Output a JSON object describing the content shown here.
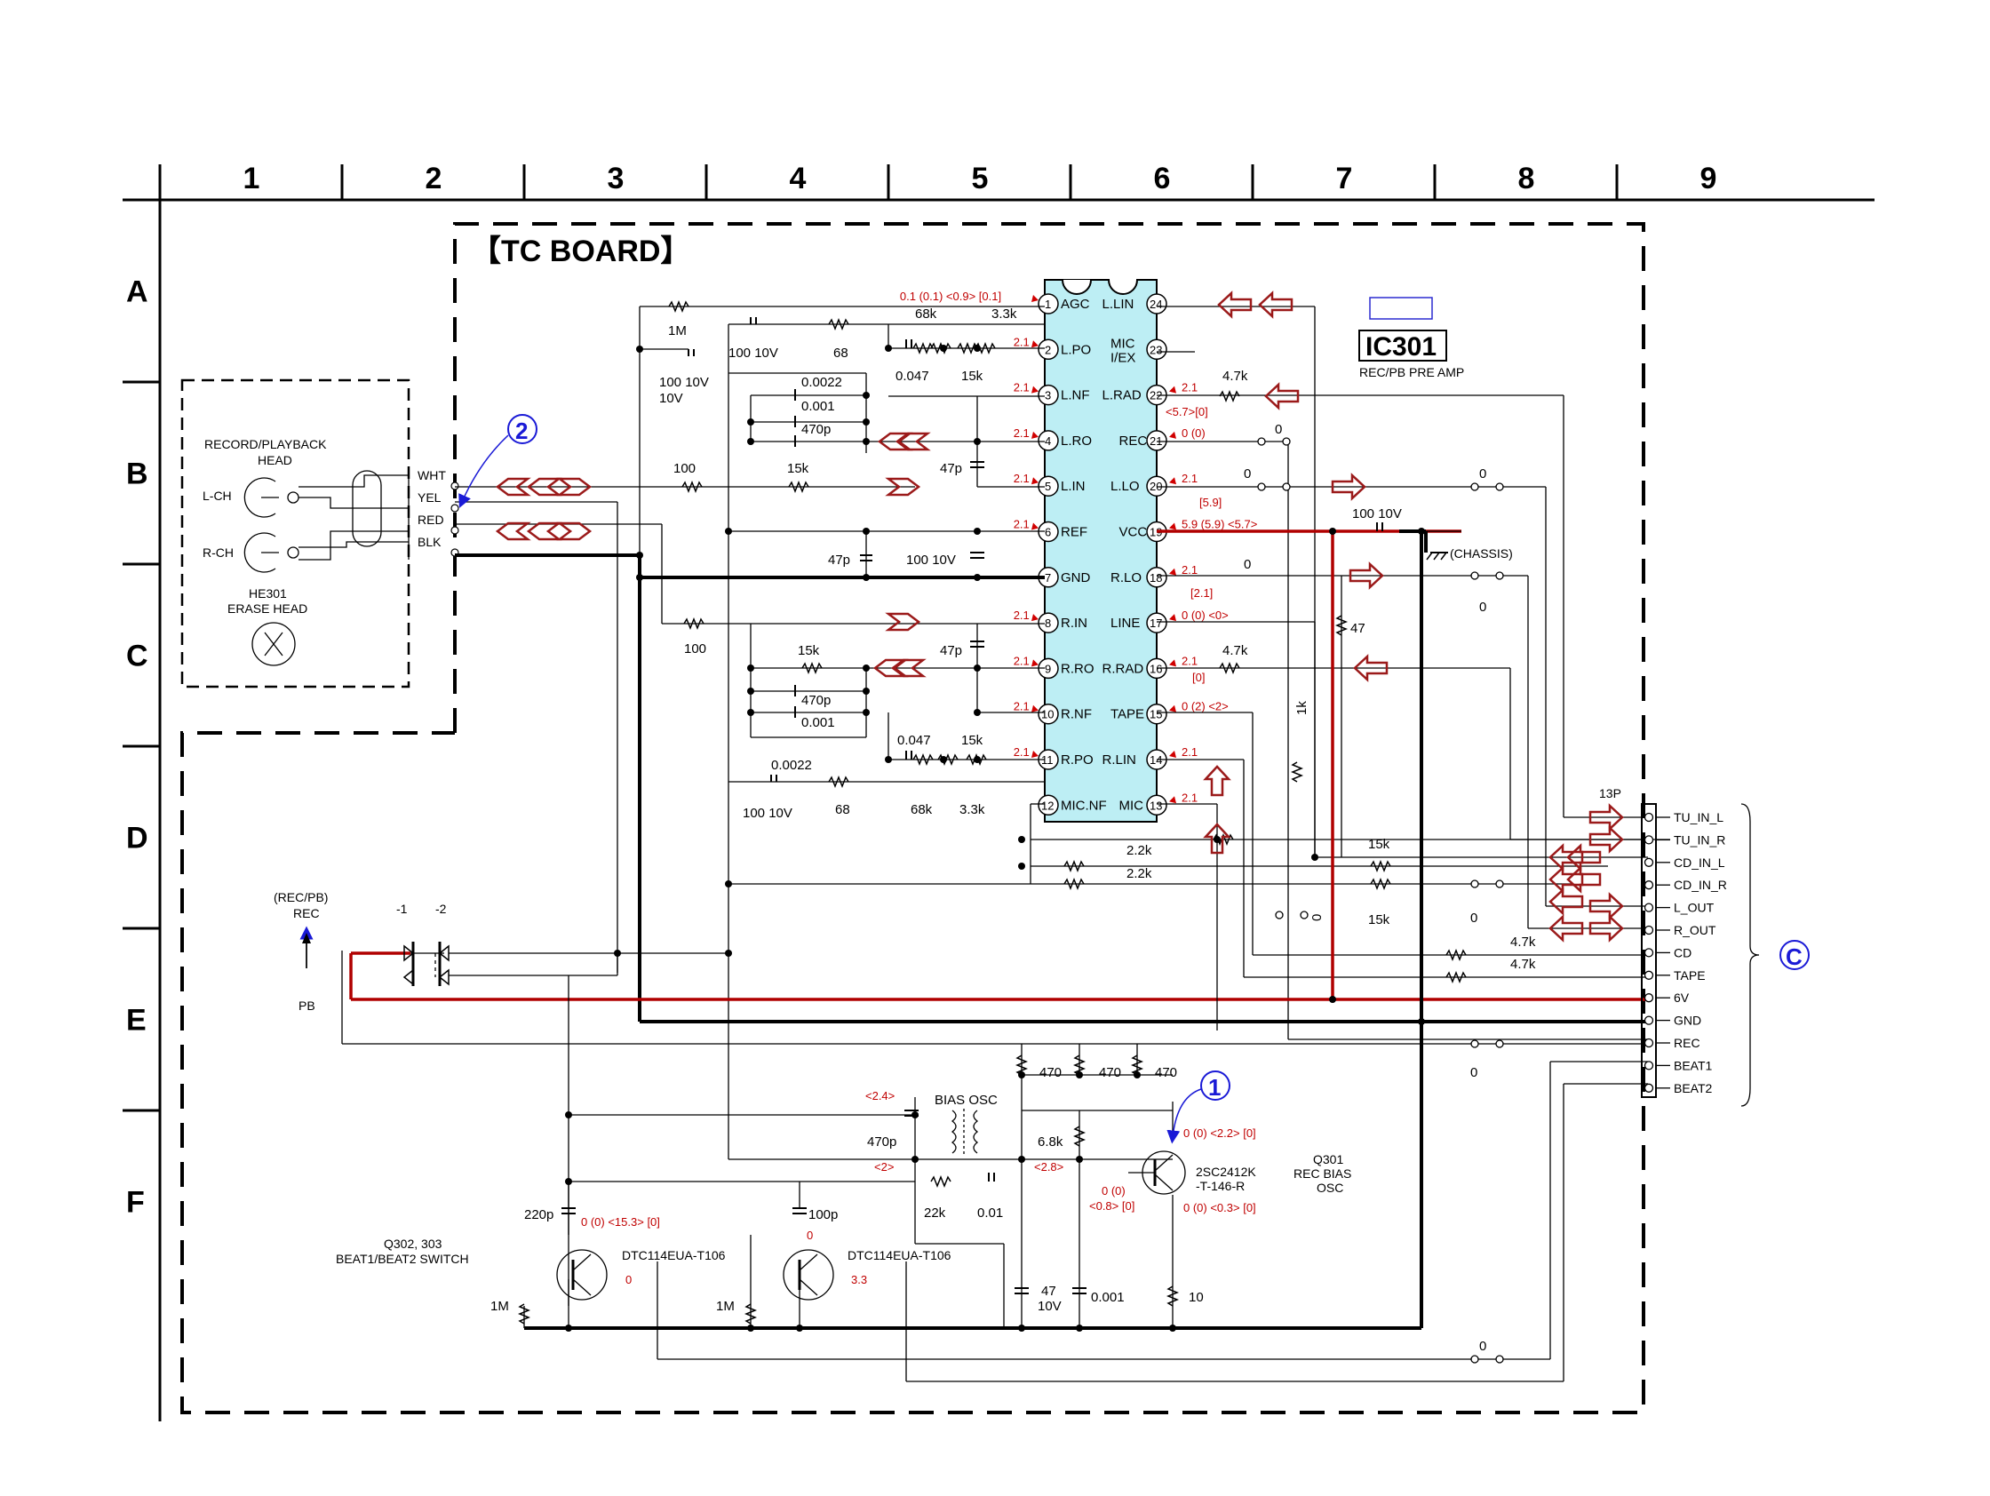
{
  "grid": {
    "columns": [
      "1",
      "2",
      "3",
      "4",
      "5",
      "6",
      "7",
      "8",
      "9"
    ],
    "rows": [
      "A",
      "B",
      "C",
      "D",
      "E",
      "F"
    ]
  },
  "board_title": "【TC BOARD】",
  "ic": {
    "name": "IC301",
    "description": "REC/PB PRE AMP",
    "left_pins": [
      {
        "num": "1",
        "name": "AGC",
        "voltage": "0.1 (0.1) <0.9> [0.1]"
      },
      {
        "num": "2",
        "name": "L.PO",
        "voltage": "2.1"
      },
      {
        "num": "3",
        "name": "L.NF",
        "voltage": "2.1"
      },
      {
        "num": "4",
        "name": "L.RO",
        "voltage": "2.1"
      },
      {
        "num": "5",
        "name": "L.IN",
        "voltage": "2.1"
      },
      {
        "num": "6",
        "name": "REF",
        "voltage": "2.1"
      },
      {
        "num": "7",
        "name": "GND",
        "voltage": ""
      },
      {
        "num": "8",
        "name": "R.IN",
        "voltage": "2.1"
      },
      {
        "num": "9",
        "name": "R.RO",
        "voltage": "2.1"
      },
      {
        "num": "10",
        "name": "R.NF",
        "voltage": "2.1"
      },
      {
        "num": "11",
        "name": "R.PO",
        "voltage": "2.1"
      },
      {
        "num": "12",
        "name": "MIC.NF",
        "voltage": ""
      }
    ],
    "right_pins": [
      {
        "num": "24",
        "name": "L.LIN",
        "voltage": ""
      },
      {
        "num": "23",
        "name": "MIC I/EX",
        "voltage": ""
      },
      {
        "num": "22",
        "name": "L.RAD",
        "voltage": "2.1"
      },
      {
        "num": "21",
        "name": "REC",
        "voltage": "0 (0)"
      },
      {
        "num": "20",
        "name": "L.LO",
        "voltage": "2.1"
      },
      {
        "num": "19",
        "name": "VCC",
        "voltage": "5.9 (5.9) <5.7>"
      },
      {
        "num": "18",
        "name": "R.LO",
        "voltage": "2.1"
      },
      {
        "num": "17",
        "name": "LINE",
        "voltage": "0 (0) <0>"
      },
      {
        "num": "16",
        "name": "R.RAD",
        "voltage": "2.1"
      },
      {
        "num": "15",
        "name": "TAPE",
        "voltage": "0 (2) <2>"
      },
      {
        "num": "14",
        "name": "R.LIN",
        "voltage": "2.1"
      },
      {
        "num": "13",
        "name": "MIC",
        "voltage": "2.1"
      }
    ],
    "extra_voltages": {
      "pin22_b": "<5.7>[0]",
      "pin19_a": "[5.9]",
      "pin17_a": "[2.1]",
      "pin15_a": "[0]"
    }
  },
  "head": {
    "title_line1": "RECORD/PLAYBACK",
    "title_line2": "HEAD",
    "lch": "L-CH",
    "rch": "R-CH",
    "erase_line1": "HE301",
    "erase_line2": "ERASE HEAD",
    "wires": [
      "WHT",
      "YEL",
      "RED",
      "BLK"
    ]
  },
  "connector": {
    "name": "13P",
    "pins": [
      "TU_IN_L",
      "TU_IN_R",
      "CD_IN_L",
      "CD_IN_R",
      "L_OUT",
      "R_OUT",
      "CD",
      "TAPE",
      "6V",
      "GND",
      "REC",
      "BEAT1",
      "BEAT2"
    ],
    "ref_circle": "C"
  },
  "callouts": {
    "one": "1",
    "two": "2"
  },
  "components": {
    "r_1m": "1M",
    "c_100_10v_a": "100 10V",
    "c_100_10v_b": "100 10V",
    "c_100_10v_c": "100 10V",
    "c_100_10v_d": "100 10V",
    "r68_a": "68",
    "r68_b": "68",
    "r68k_a": "68k",
    "r68k_b": "68k",
    "r33k_a": "3.3k",
    "r33k_b": "3.3k",
    "c0047_a": "0.047",
    "c0047_b": "0.047",
    "r15k_a": "15k",
    "r15k_b": "15k",
    "r15k_c": "15k",
    "r15k_d": "15k",
    "r15k_e": "15k",
    "r15k_f": "15k",
    "c00022_a": "0.0022",
    "c00022_b": "0.0022",
    "c0001_a": "0.001",
    "c0001_b": "0.001",
    "c470p_a": "470p",
    "c470p_b": "470p",
    "r100_a": "100",
    "r100_b": "100",
    "c47p_a": "47p",
    "c47p_b": "47p",
    "c47p_c": "47p",
    "r47k_a": "4.7k",
    "r47k_b": "4.7k",
    "r47k_c": "4.7k",
    "r47k_d": "4.7k",
    "r22k_a": "2.2k",
    "r22k_b": "2.2k",
    "r1k": "1k",
    "r47": "47",
    "chassis": "(CHASSIS)",
    "c100_10v_vcc": "100 10V",
    "zero_a": "0",
    "zero_b": "0",
    "zero_c": "0",
    "zero_d": "0",
    "zero_e": "0",
    "zero_f": "0",
    "zero_g": "0",
    "zero_h": "0",
    "zero_i": "0",
    "switch_title": "(REC/PB)",
    "switch_rec": "REC",
    "switch_pb": "PB",
    "switch_m1": "-1",
    "switch_m2": "-2",
    "r470_a": "470",
    "r470_b": "470",
    "r470_c": "470",
    "bias_osc": "BIAS OSC",
    "c470p_osc": "470p",
    "r68k_osc": "6.8k",
    "r22k_osc": "22k",
    "c001_osc": "0.01",
    "q301_name": "Q301",
    "q301_desc1": "REC BIAS",
    "q301_desc2": "OSC",
    "q301_part1": "2SC2412K",
    "q301_part2": "-T-146-R",
    "q301_vc": "0 (0) <2.2> [0]",
    "q301_vb1": "0 (0)",
    "q301_vb2": "<0.8> [0]",
    "q301_ve": "0 (0) <0.3> [0]",
    "osc_v1": "<2.4>",
    "osc_v2": "<2>",
    "osc_v3": "<2.8>",
    "q302_name": "Q302, 303",
    "q302_desc": "BEAT1/BEAT2 SWITCH",
    "q302_part": "DTC114EUA-T106",
    "q303_part": "DTC114EUA-T106",
    "c220p": "220p",
    "c100p": "100p",
    "r1m_a": "1M",
    "r1m_b": "1M",
    "q302_v_top": "0 (0) <15.3> [0]",
    "q302_v_bot": "0",
    "q303_v_top": "0",
    "q303_v_bot": "3.3",
    "c47_10v": "47",
    "c47_10v_b": "10V",
    "c0001_bot": "0.001",
    "r10": "10"
  },
  "colors": {
    "accent_red": "#b00000",
    "ic_fill": "#bdeef4",
    "callout_blue": "#1a1ad6"
  }
}
